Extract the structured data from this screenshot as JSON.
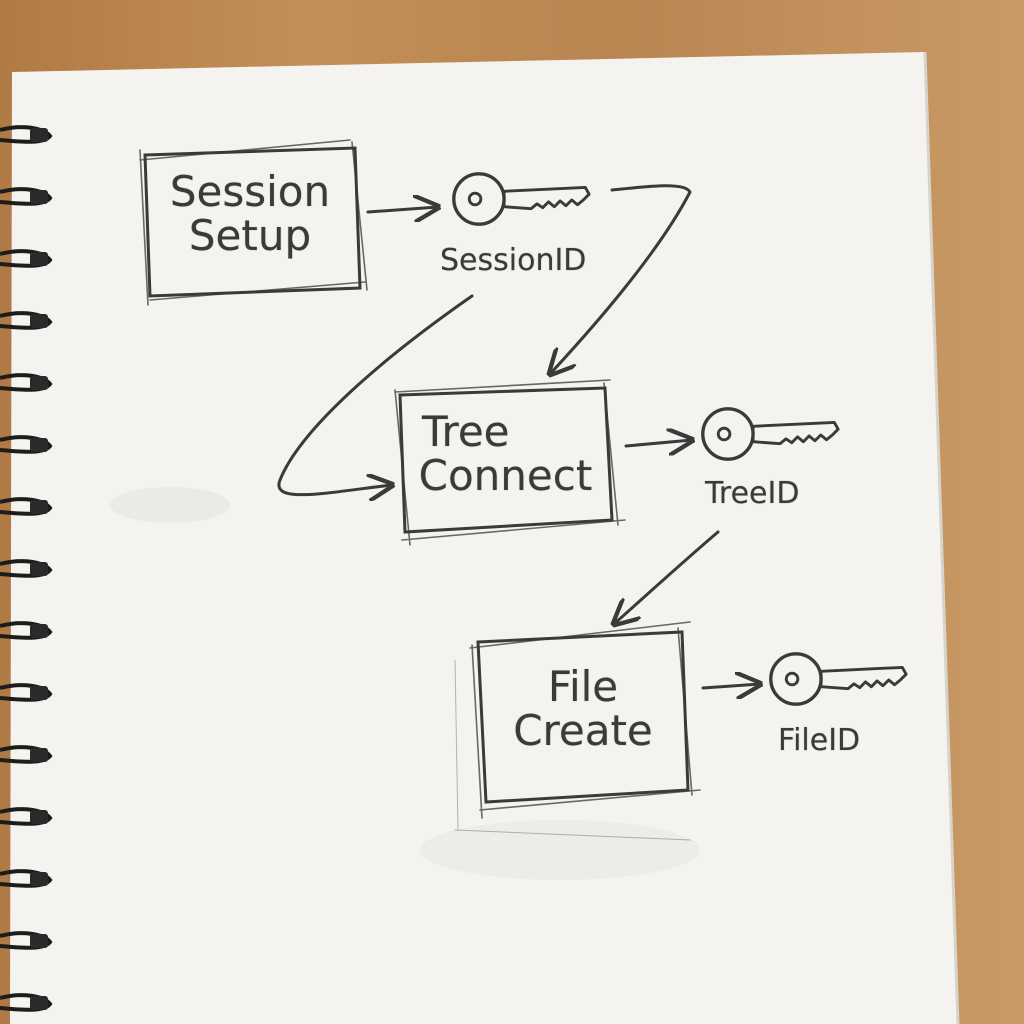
{
  "diagram": {
    "steps": [
      {
        "id": "session-setup",
        "label_line1": "Session",
        "label_line2": "Setup",
        "output": "SessionID"
      },
      {
        "id": "tree-connect",
        "label_line1": "Tree",
        "label_line2": "Connect",
        "output": "TreeID"
      },
      {
        "id": "file-create",
        "label_line1": "File",
        "label_line2": "Create",
        "output": "FileID"
      }
    ],
    "edges": [
      {
        "from": "session-setup",
        "to": "SessionID"
      },
      {
        "from": "SessionID",
        "to": "tree-connect"
      },
      {
        "from": "tree-connect",
        "to": "TreeID"
      },
      {
        "from": "TreeID",
        "to": "file-create"
      },
      {
        "from": "file-create",
        "to": "FileID"
      }
    ]
  },
  "colors": {
    "pencil": "#3a3a3a",
    "paper": "#f4f3ef",
    "desk": "#b98550",
    "spiral": "#1c1c1c"
  }
}
